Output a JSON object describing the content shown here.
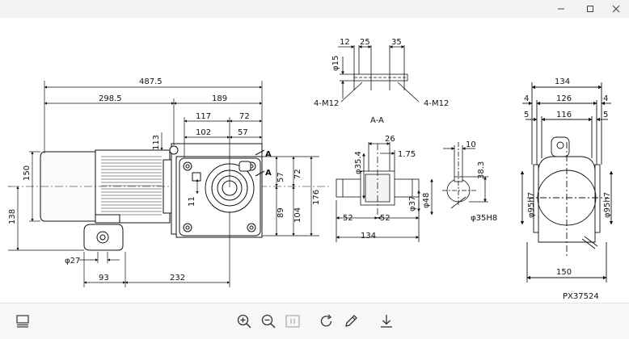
{
  "window": {
    "controls": {
      "minimize": "minimize",
      "maximize": "maximize",
      "close": "close"
    }
  },
  "drawing": {
    "part_code": "PX37524",
    "section_label": "A-A",
    "arrow_label": "A",
    "dims": {
      "overall": "487.5",
      "motor": "298.5",
      "gear": "189",
      "d117": "117",
      "d72a": "72",
      "d102": "102",
      "d57a": "57",
      "d113": "113",
      "d150h": "150",
      "d138": "138",
      "d11": "11",
      "d57b": "57",
      "d72b": "72",
      "d89": "89",
      "d104": "104",
      "d176": "176",
      "phi27": "φ27",
      "d93": "93",
      "d232": "232",
      "d12": "12",
      "d25": "25",
      "d35": "35",
      "phi15": "φ15",
      "m12a": "4-M12",
      "m12b": "4-M12",
      "d26": "26",
      "phi354": "φ35.4",
      "d175": "1.75",
      "phi37": "φ37",
      "phi48": "φ48",
      "d52a": "52",
      "d52b": "52",
      "d134a": "134",
      "d10": "10",
      "d383": "38.3",
      "phi35h8": "φ35H8",
      "d134b": "134",
      "d4a": "4",
      "d126": "126",
      "d4b": "4",
      "d5a": "5",
      "d116": "116",
      "d5b": "5",
      "phi95a": "φ95h7",
      "phi95b": "φ95h7",
      "d150w": "150"
    }
  },
  "toolbar": {
    "icons": {
      "thumbnails": "thumbnails-icon",
      "zoom_in": "zoom-in-icon",
      "zoom_out": "zoom-out-icon",
      "actual_size": "actual-size-icon",
      "rotate": "rotate-icon",
      "annotate": "pen-icon",
      "download": "download-icon"
    }
  }
}
